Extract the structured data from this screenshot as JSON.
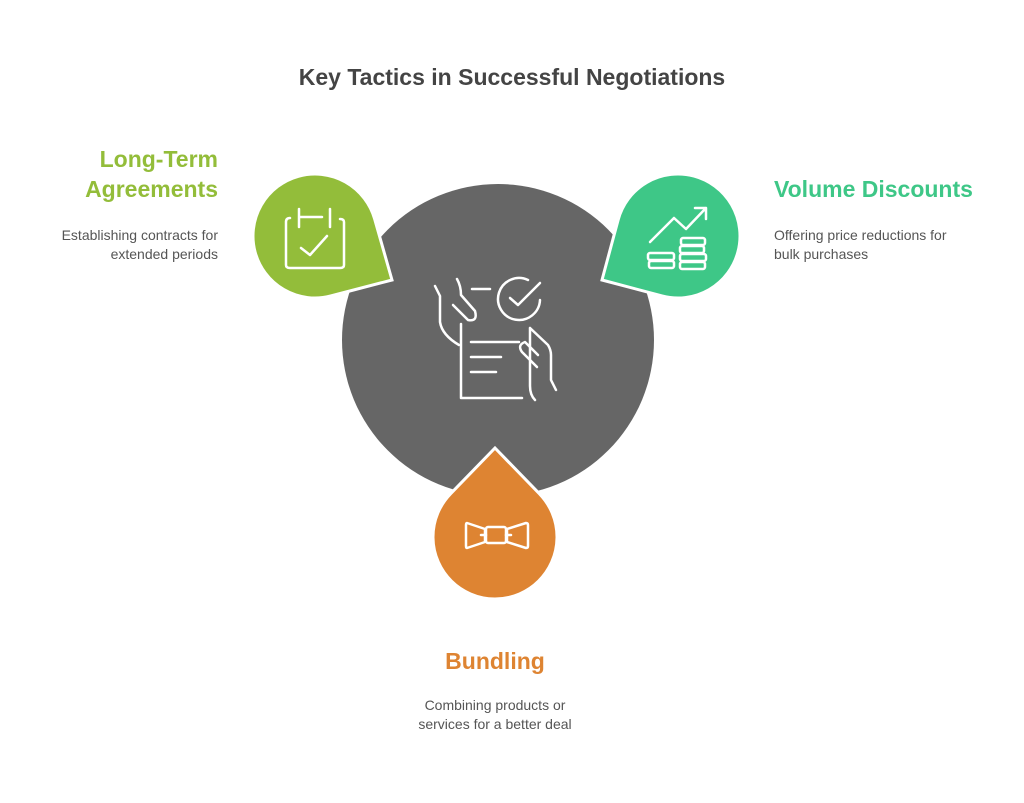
{
  "title": "Key Tactics in Successful Negotiations",
  "center": {
    "icon": "contract-handshake-icon",
    "color": "#666666"
  },
  "items": [
    {
      "heading_line1": "Long-Term",
      "heading_line2": "Agreements",
      "description_line1": "Establishing contracts for",
      "description_line2": "extended periods",
      "color": "#93bd3a",
      "icon": "calendar-check-icon"
    },
    {
      "heading": "Volume Discounts",
      "description_line1": "Offering price reductions for",
      "description_line2": "bulk purchases",
      "color": "#3ec787",
      "icon": "growth-coins-icon"
    },
    {
      "heading": "Bundling",
      "description_line1": "Combining products or",
      "description_line2": "services for a better deal",
      "color": "#de8432",
      "icon": "bow-tie-icon"
    }
  ]
}
